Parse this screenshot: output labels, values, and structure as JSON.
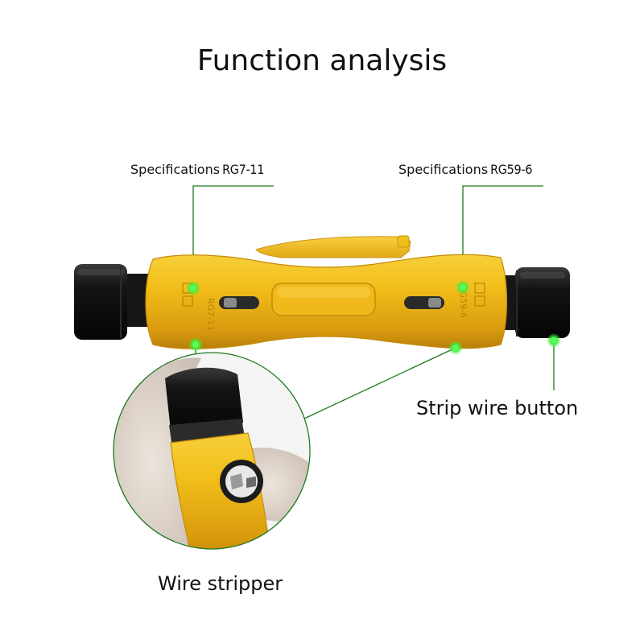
{
  "page": {
    "title": "Function analysis"
  },
  "specs": {
    "left": {
      "label": "Specifications",
      "code": "RG7-11"
    },
    "right": {
      "label": "Specifications",
      "code": "RG59-6"
    }
  },
  "callouts": {
    "strip_button": "Strip wire button",
    "wire_stripper": "Wire stripper"
  },
  "tool_markings": {
    "left_end": "RG7-11",
    "right_end": "RG59-6"
  },
  "colors": {
    "tool_body": "#f2be1a",
    "end_cap": "#1a1a1a",
    "callout_line": "#1e7a1e",
    "callout_dot": "#3cf03c"
  }
}
